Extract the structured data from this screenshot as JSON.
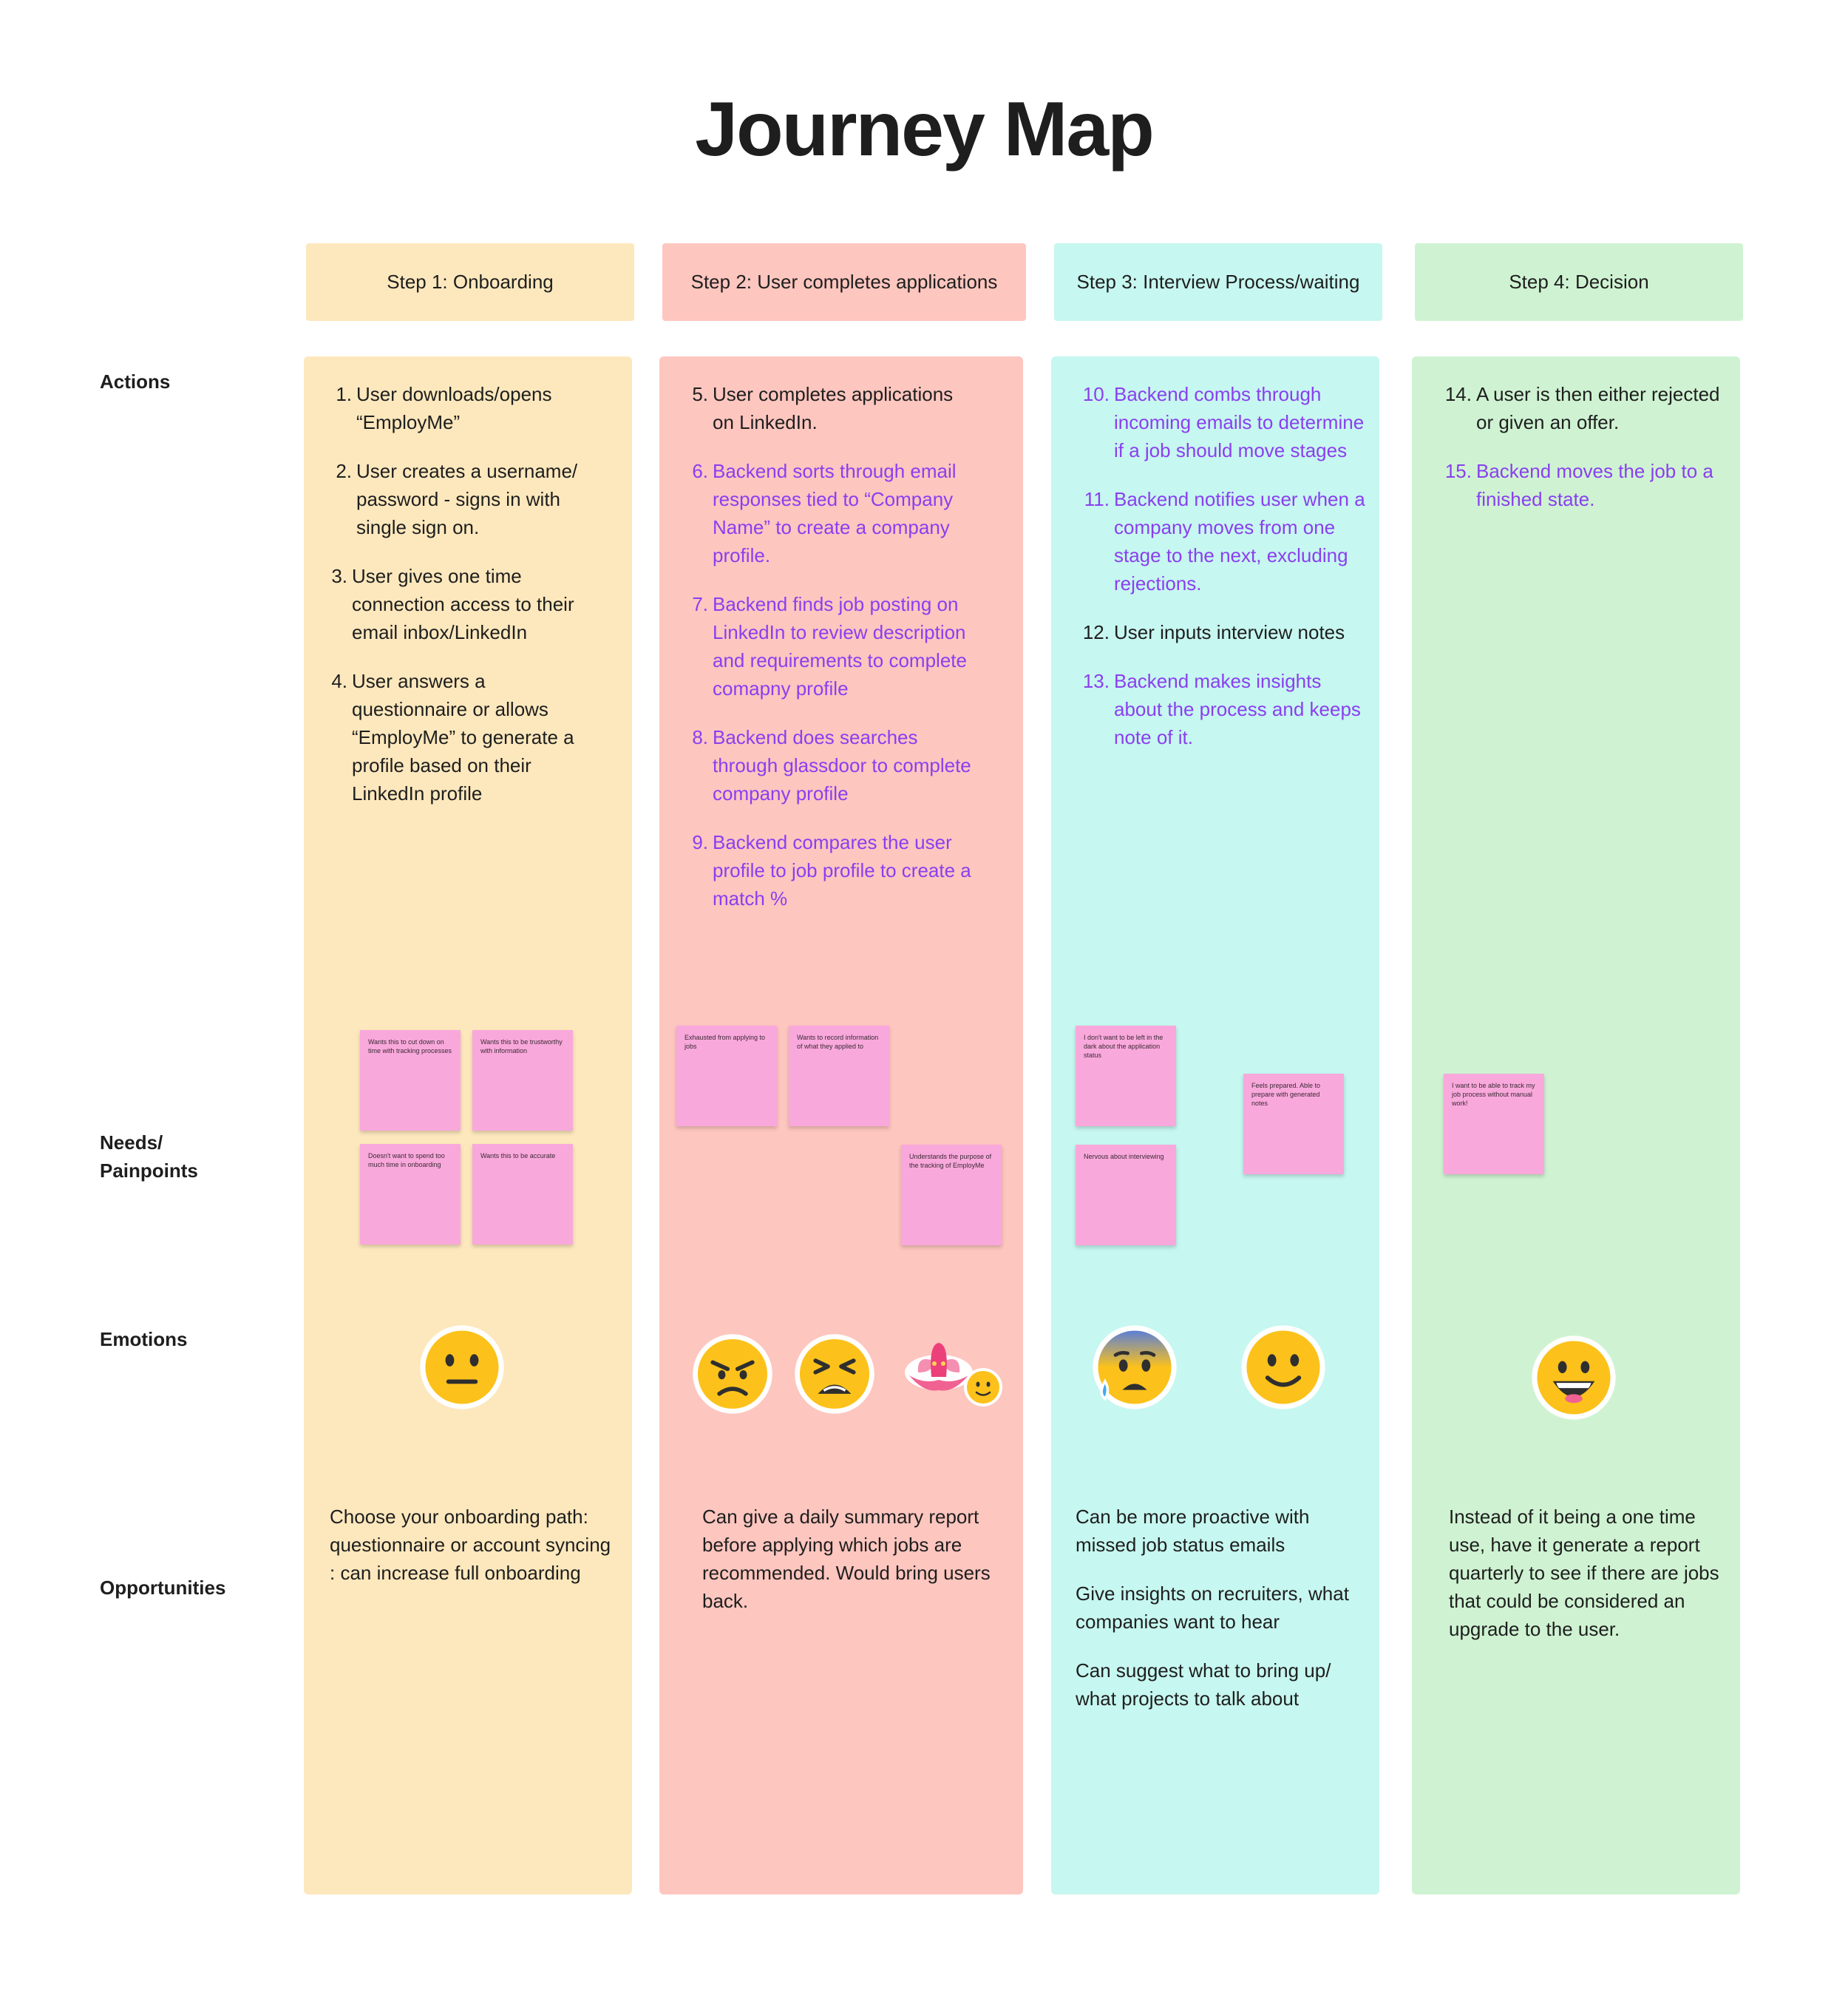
{
  "title": "Journey Map",
  "colors": {
    "step1": "#fde8bd",
    "step2": "#fdc6bf",
    "step3": "#c6f7f0",
    "step4": "#cff3d2",
    "sticky": "#f9a8dc",
    "purple_text": "#8a3ff0"
  },
  "row_labels": {
    "actions": "Actions",
    "needs": "Needs/\nPainpoints",
    "emotions": "Emotions",
    "opportunities": "Opportunities"
  },
  "steps": [
    {
      "header": "Step 1: Onboarding",
      "actions": [
        {
          "num": "1.",
          "text": "User downloads/opens “EmployMe”",
          "backend": false
        },
        {
          "num": "2.",
          "text": "User creates a username/ password - signs in with single sign on.",
          "backend": false
        },
        {
          "num": "3.",
          "text": "User gives one time connection access to their email inbox/LinkedIn",
          "backend": false
        },
        {
          "num": "4.",
          "text": "User answers a questionnaire or allows “EmployMe” to generate a profile based on their LinkedIn profile",
          "backend": false
        }
      ],
      "stickies": [
        "Wants this to cut down on time with tracking processes",
        "Wants this to be trustworthy with information",
        "Doesn't want to spend too much time in onboarding",
        "Wants this to be accurate"
      ],
      "emotions": [
        "neutral-face"
      ],
      "opportunities": [
        "Choose your onboarding path: questionnaire or account syncing : can increase full onboarding"
      ]
    },
    {
      "header": "Step 2: User completes applications",
      "actions": [
        {
          "num": "5.",
          "text": "User completes applications on LinkedIn.",
          "backend": false
        },
        {
          "num": "6.",
          "text": "Backend sorts through email responses tied to “Company Name” to create a company profile.",
          "backend": true
        },
        {
          "num": "7.",
          "text": "Backend finds job posting on LinkedIn to review description and requirements to complete comapny profile",
          "backend": true
        },
        {
          "num": "8.",
          "text": "Backend does searches through glassdoor to complete company profile",
          "backend": true
        },
        {
          "num": "9.",
          "text": "Backend compares the user profile to job profile to create a match %",
          "backend": true
        }
      ],
      "stickies": [
        "Exhausted from applying to jobs",
        "Wants to record information of what they applied to",
        "Understands the purpose of the tracking of EmployMe"
      ],
      "emotions": [
        "angry-face",
        "tired-face",
        "lotus-with-smile"
      ],
      "opportunities": [
        "Can give a daily summary report before applying which jobs are recommended. Would bring users back."
      ]
    },
    {
      "header": "Step 3: Interview Process/waiting",
      "actions": [
        {
          "num": "10.",
          "text": "Backend combs through incoming emails to determine if a job should move stages",
          "backend": true
        },
        {
          "num": "11.",
          "text": "Backend notifies user when a company moves from one stage to the next, excluding rejections.",
          "backend": true
        },
        {
          "num": "12.",
          "text": "User inputs interview notes",
          "backend": false
        },
        {
          "num": "13.",
          "text": "Backend makes insights about the process and keeps note of it.",
          "backend": true
        }
      ],
      "stickies": [
        "I don't want to be left in the dark about the application status",
        "Feels prepared. Able to prepare with generated notes",
        "Nervous about interviewing"
      ],
      "emotions": [
        "anxious-face-with-sweat",
        "slightly-smiling-face"
      ],
      "opportunities": [
        "Can be more proactive with missed job status emails",
        "Give insights on recruiters, what companies want to hear",
        "Can suggest what to bring up/ what projects to talk about"
      ]
    },
    {
      "header": "Step 4: Decision",
      "actions": [
        {
          "num": "14.",
          "text": "A user is then either rejected or given an offer.",
          "backend": false
        },
        {
          "num": "15.",
          "text": "Backend moves the job to a finished state.",
          "backend": true
        }
      ],
      "stickies": [
        "I want to be able to track my job process without manual work!"
      ],
      "emotions": [
        "grinning-face"
      ],
      "opportunities": [
        "Instead of it being a one time use, have it generate a report quarterly to see if there are jobs that could be considered an upgrade to the user."
      ]
    }
  ]
}
